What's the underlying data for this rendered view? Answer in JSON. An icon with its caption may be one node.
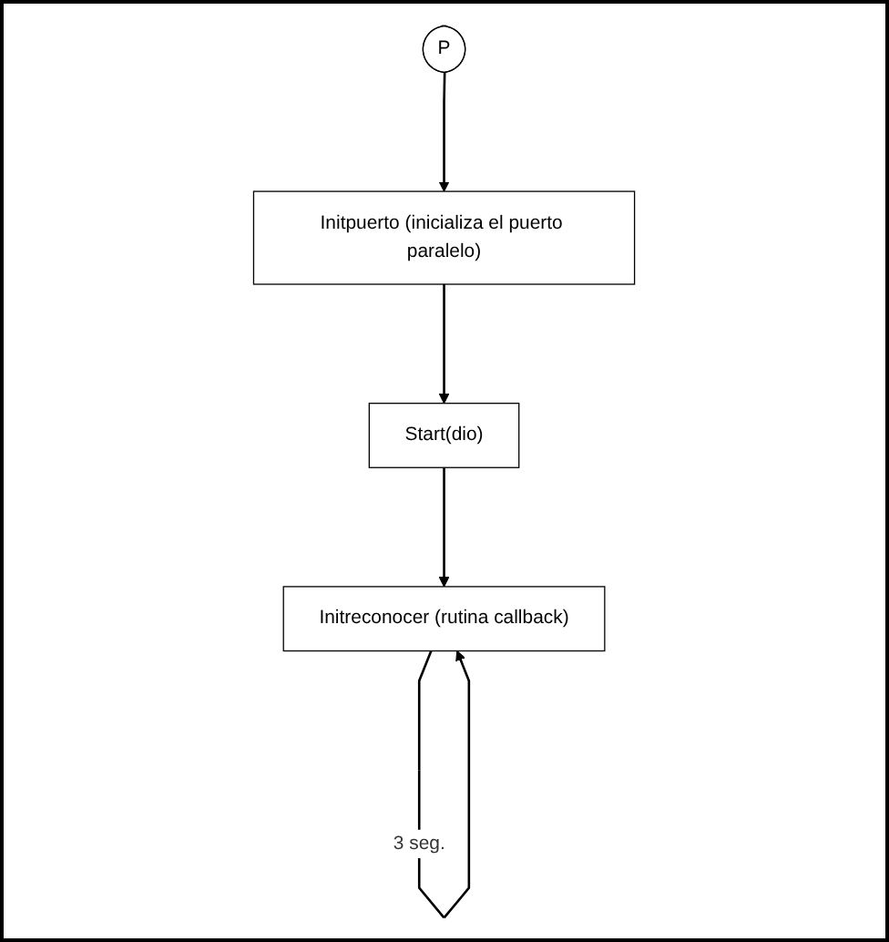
{
  "diagram": {
    "nodes": [
      {
        "text": [
          "P"
        ]
      },
      {
        "text": [
          "Initpuerto (inicializa el puerto paralelo)"
        ]
      },
      {
        "text": [
          "Start(dio)"
        ]
      },
      {
        "text": [
          "Initreconocer (rutina callback)"
        ]
      }
    ],
    "edges": [
      {
        "from": 0,
        "to": 1,
        "arrow": "to"
      },
      {
        "from": 1,
        "to": 2,
        "arrow": "to"
      },
      {
        "from": 2,
        "to": 3,
        "arrow": "to"
      },
      {
        "from": 3,
        "to": 3,
        "arrow": "to",
        "label": "3 seg."
      }
    ]
  }
}
